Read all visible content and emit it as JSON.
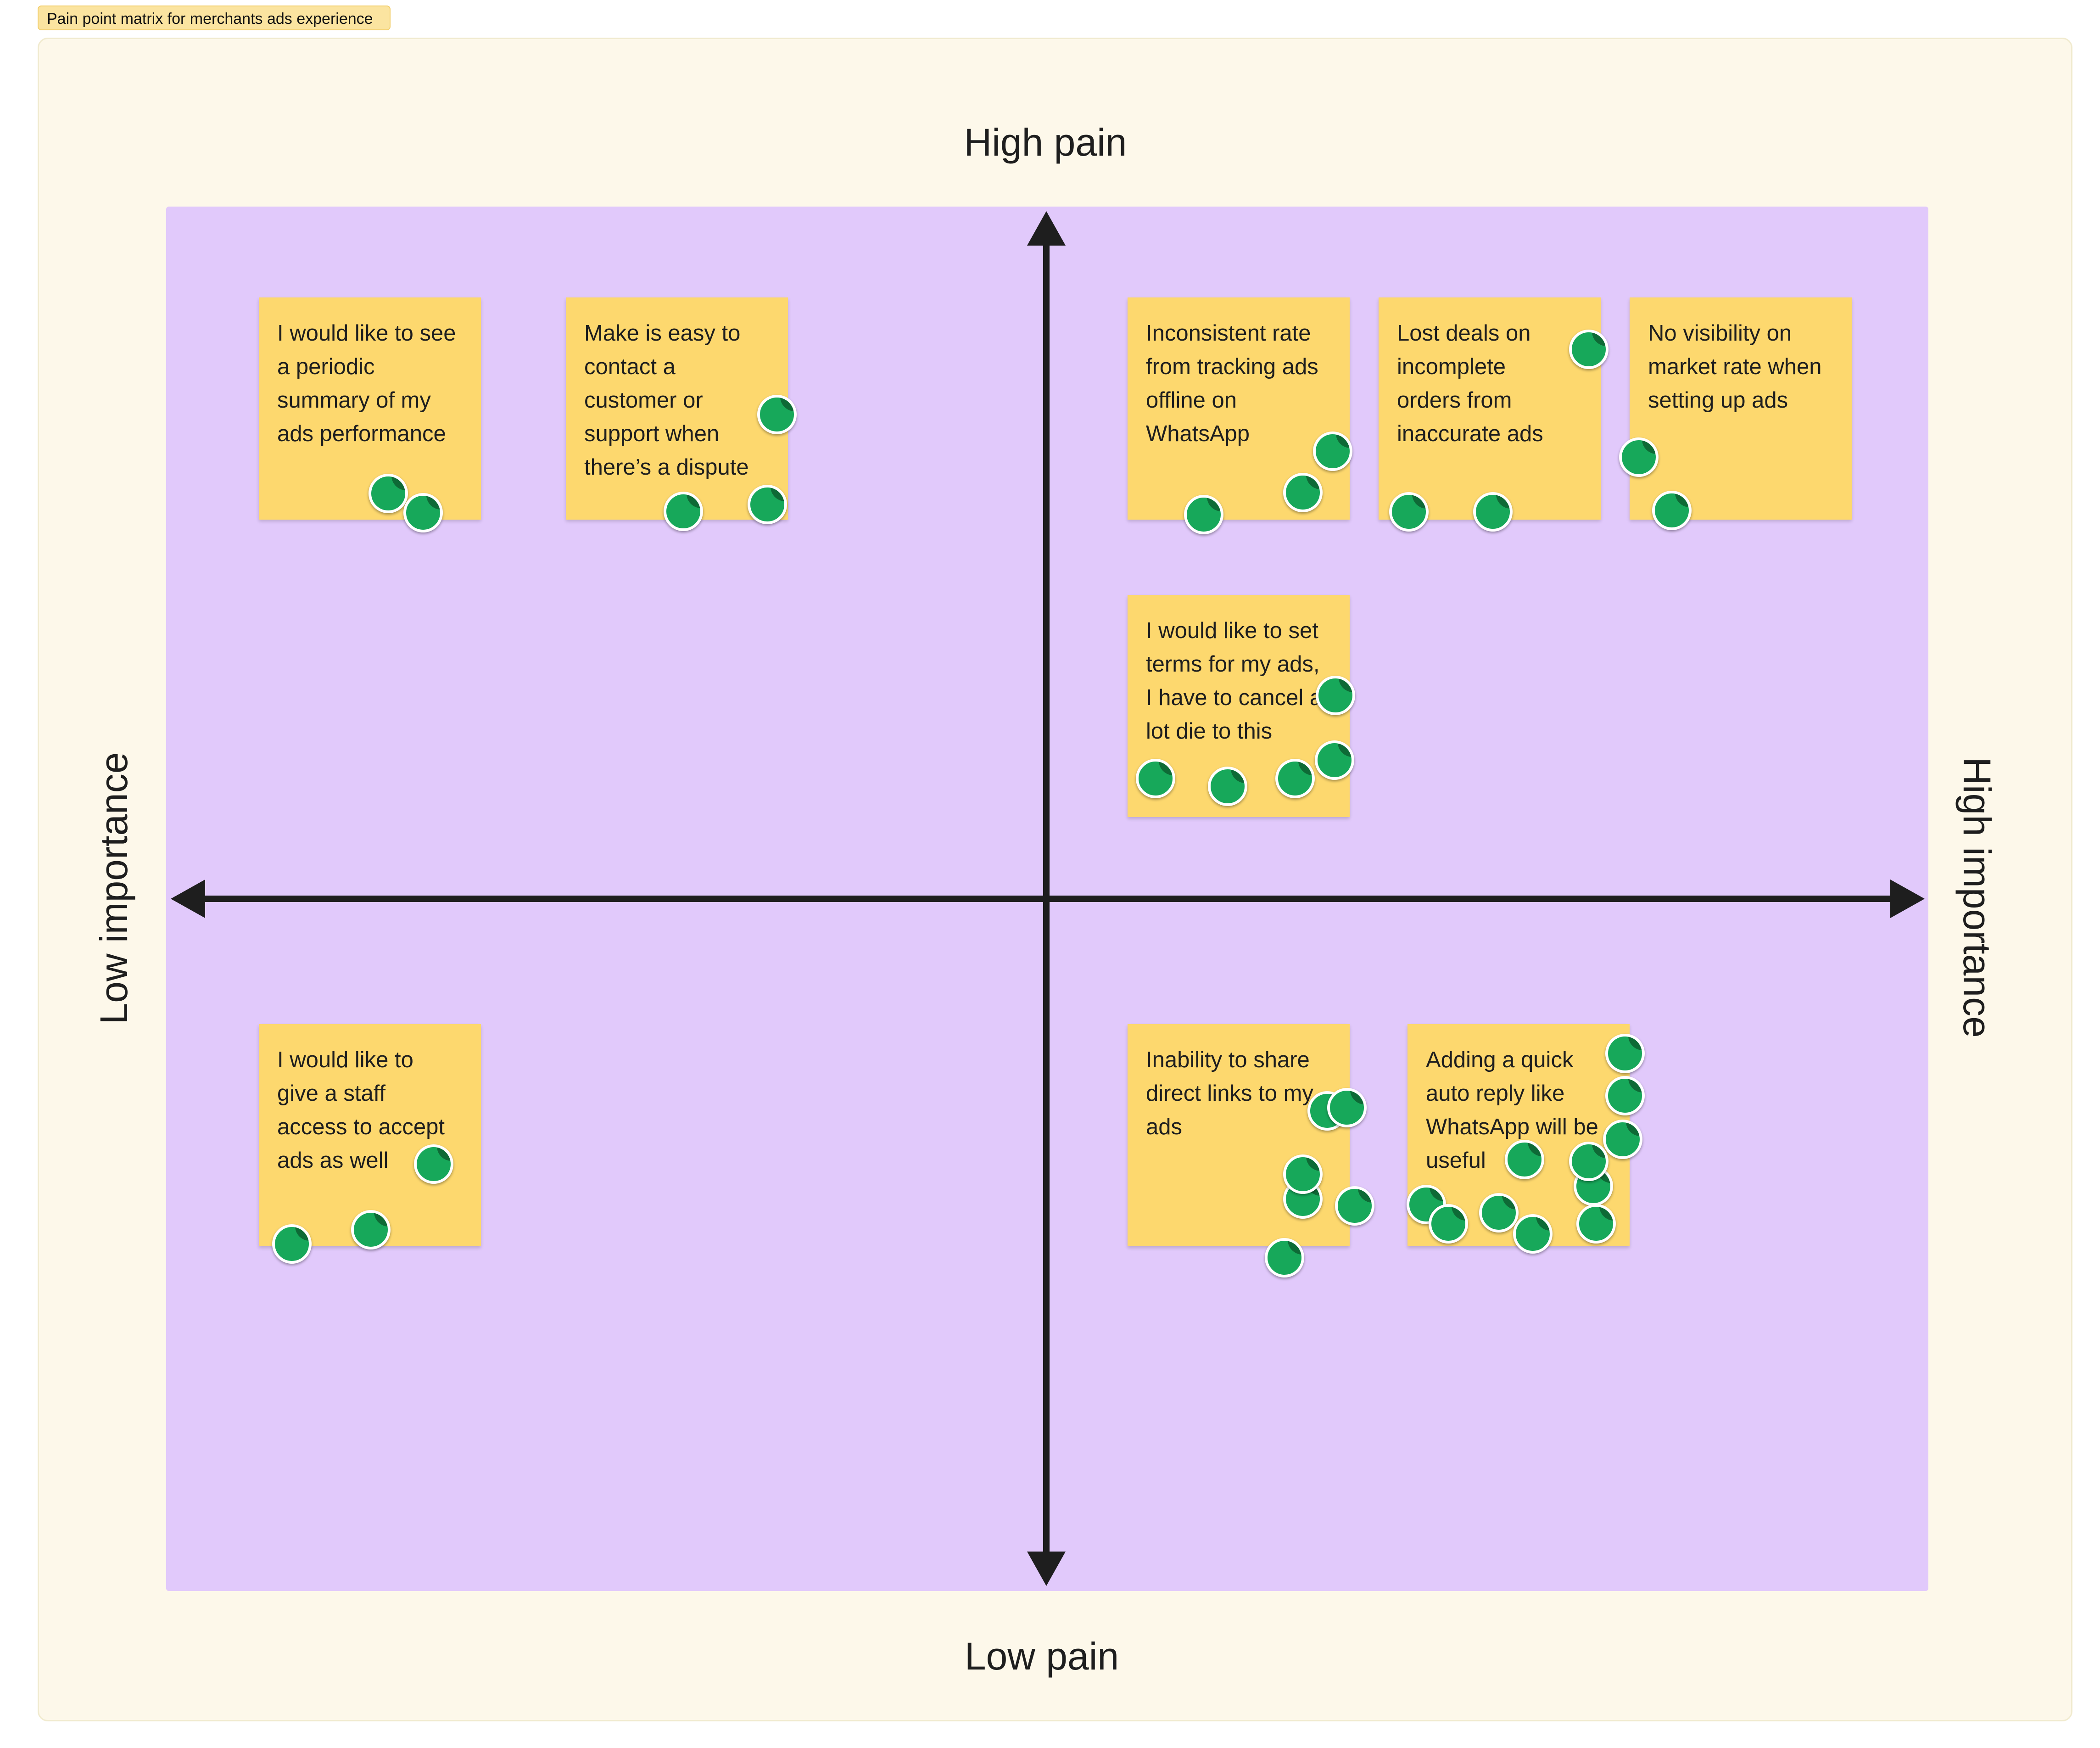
{
  "title": "Pain point matrix for merchants ads experience",
  "axes": {
    "top": "High pain",
    "bottom": "Low pain",
    "left": "Low importance",
    "right": "High importance"
  },
  "colors": {
    "frame": "#fdf8ea",
    "quadrant": "#e1c9fb",
    "sticky": "#fdd86e",
    "vote_dot": "#17a85a",
    "axis": "#1e1e1e"
  },
  "stickies": [
    {
      "text": "I would like to see\na periodic\nsummary of my\nads performance",
      "votes": 2
    },
    {
      "text": "Make is easy to\ncontact a\ncustomer or\nsupport when\nthere’s a dispute",
      "votes": 3
    },
    {
      "text": "Inconsistent rate\nfrom tracking ads\noffline on\nWhatsApp",
      "votes": 3
    },
    {
      "text": "Lost deals on\nincomplete\norders from\ninaccurate ads",
      "votes": 3
    },
    {
      "text": "No visibility on\nmarket rate when\nsetting up ads",
      "votes": 2
    },
    {
      "text": "I would like to set\nterms for my ads,\nI have to cancel a\nlot die to this",
      "votes": 5
    },
    {
      "text": "I would like to\ngive a staff\naccess to accept\nads as well",
      "votes": 3
    },
    {
      "text": "Inability to share\ndirect links to my\nads",
      "votes": 6
    },
    {
      "text": "Adding a quick\nauto reply like\nWhatsApp will be\nuseful",
      "votes": 11
    }
  ]
}
